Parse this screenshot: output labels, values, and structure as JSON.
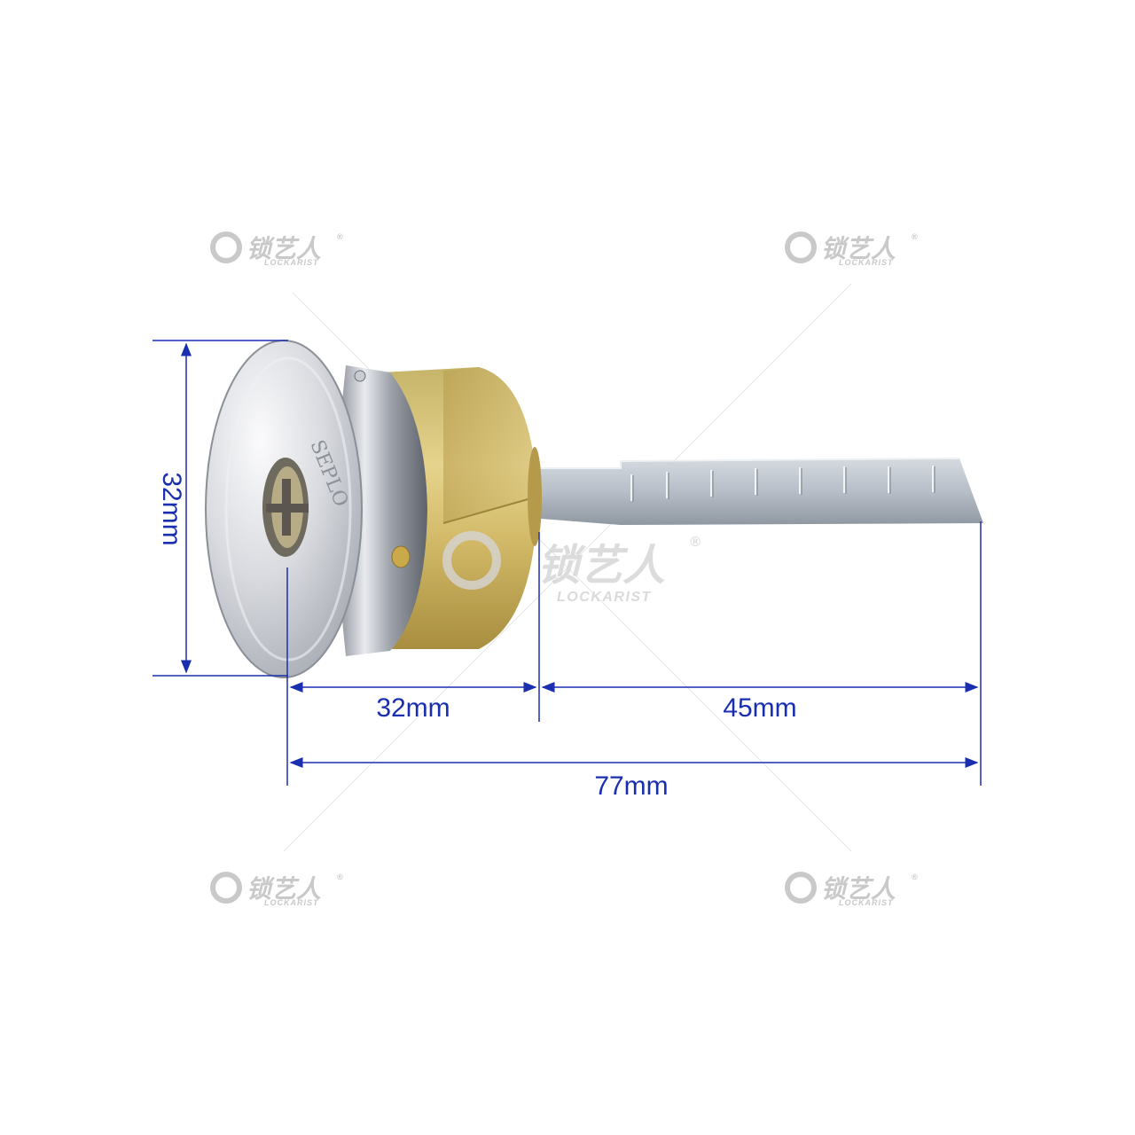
{
  "dimensions": {
    "height_label": "32mm",
    "body_length_label": "32mm",
    "tail_length_label": "45mm",
    "total_length_label": "77mm",
    "line_color": "#1a2fb0"
  },
  "product": {
    "face_engraving": "SEPLO"
  },
  "watermark": {
    "brand_cn": "锁艺人",
    "brand_en": "LOCKARIST",
    "registered_mark": "®",
    "color": "#c9c9c9"
  }
}
